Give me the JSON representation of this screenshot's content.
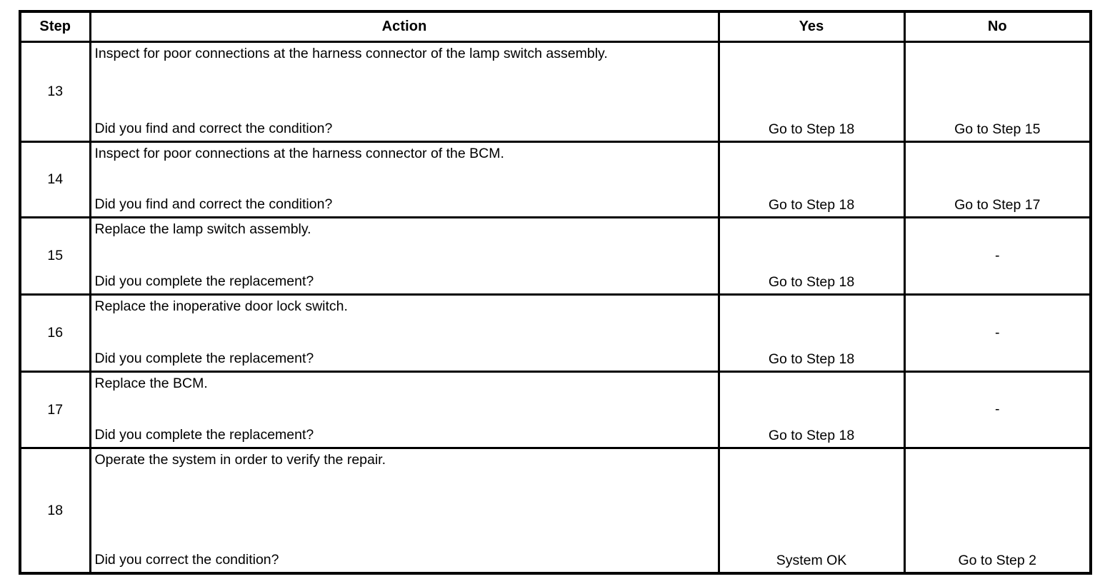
{
  "document": {
    "type": "diagnostic-step-table",
    "text_color": "#000000",
    "background_color": "#ffffff",
    "border_color": "#000000"
  },
  "table": {
    "columns": [
      {
        "key": "step",
        "label": "Step"
      },
      {
        "key": "action",
        "label": "Action"
      },
      {
        "key": "yes",
        "label": "Yes"
      },
      {
        "key": "no",
        "label": "No"
      }
    ],
    "rows": [
      {
        "step": "13",
        "action_statement": "Inspect for poor connections at the harness connector of the lamp switch assembly.",
        "action_question": "Did you find and correct the condition?",
        "yes": "Go to Step 18",
        "no": "Go to Step 15",
        "no_align": "bottom"
      },
      {
        "step": "14",
        "action_statement": "Inspect for poor connections at the harness connector of the BCM.",
        "action_question": "Did you find and correct the condition?",
        "yes": "Go to Step 18",
        "no": "Go to Step 17",
        "no_align": "bottom"
      },
      {
        "step": "15",
        "action_statement": "Replace the lamp switch assembly.",
        "action_question": "Did you complete the replacement?",
        "yes": "Go to Step 18",
        "no": "-",
        "no_align": "middle"
      },
      {
        "step": "16",
        "action_statement": "Replace the inoperative door lock switch.",
        "action_question": "Did you complete the replacement?",
        "yes": "Go to Step 18",
        "no": "-",
        "no_align": "middle"
      },
      {
        "step": "17",
        "action_statement": "Replace the BCM.",
        "action_question": "Did you complete the replacement?",
        "yes": "Go to Step 18",
        "no": "-",
        "no_align": "middle"
      },
      {
        "step": "18",
        "action_statement": "Operate the system in order to verify the repair.",
        "action_question": "Did you correct the condition?",
        "yes": "System OK",
        "no": "Go to Step 2",
        "no_align": "bottom"
      }
    ]
  }
}
